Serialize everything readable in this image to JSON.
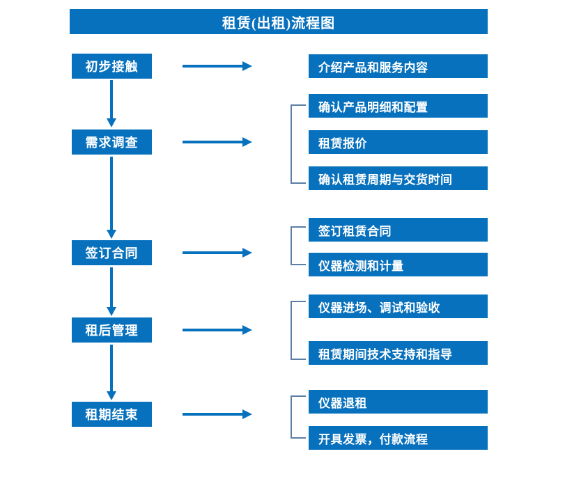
{
  "title": "租赁(出租)流程图",
  "colors": {
    "box_fill": "#0871bd",
    "box_text": "#ffffff",
    "arrow": "#0871bd",
    "bracket": "#5b7fa6",
    "background": "#ffffff"
  },
  "stages": [
    {
      "label": "初步接触"
    },
    {
      "label": "需求调查"
    },
    {
      "label": "签订合同"
    },
    {
      "label": "租后管理"
    },
    {
      "label": "租期结束"
    }
  ],
  "details": [
    {
      "label": "介绍产品和服务内容"
    },
    {
      "label": "确认产品明细和配置"
    },
    {
      "label": "租赁报价"
    },
    {
      "label": "确认租赁周期与交货时间"
    },
    {
      "label": "签订租赁合同"
    },
    {
      "label": "仪器检测和计量"
    },
    {
      "label": "仪器进场、调试和验收"
    },
    {
      "label": "租赁期间技术支持和指导"
    },
    {
      "label": "仪器退租"
    },
    {
      "label": "开具发票，付款流程"
    }
  ]
}
